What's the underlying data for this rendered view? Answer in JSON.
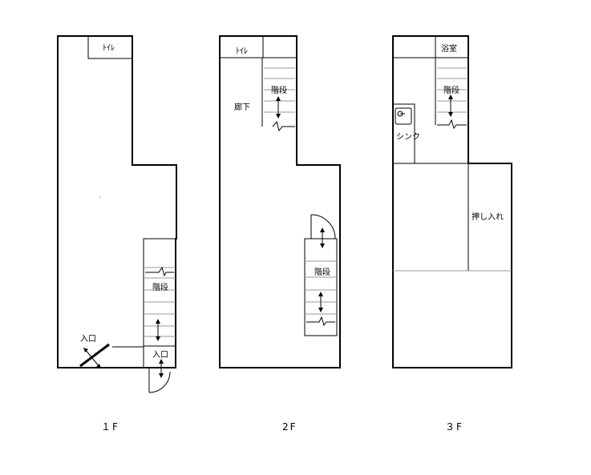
{
  "floor_1": {
    "label": "１F",
    "rooms": {
      "toilet": "ﾄｲﾚ",
      "stairs": "階段",
      "entrance_hall": "入口",
      "entrance_door": "入口"
    }
  },
  "floor_2": {
    "label": "2F",
    "rooms": {
      "toilet": "ﾄｲﾚ",
      "stairs_upper": "階段",
      "corridor": "廊下",
      "stairs_lower": "階段"
    }
  },
  "floor_3": {
    "label": "３F",
    "rooms": {
      "bath": "浴室",
      "stairs": "階段",
      "sink": "シンク",
      "closet": "押し入れ"
    }
  }
}
